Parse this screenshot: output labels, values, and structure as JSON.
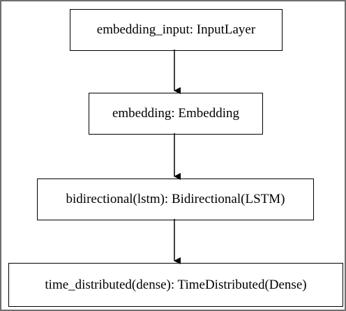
{
  "nodes": [
    {
      "id": "embedding_input",
      "label": "embedding_input: InputLayer"
    },
    {
      "id": "embedding",
      "label": "embedding: Embedding"
    },
    {
      "id": "bidirectional",
      "label": "bidirectional(lstm): Bidirectional(LSTM)"
    },
    {
      "id": "time_distributed",
      "label": "time_distributed(dense): TimeDistributed(Dense)"
    }
  ],
  "edges": [
    {
      "from": "embedding_input",
      "to": "embedding"
    },
    {
      "from": "embedding",
      "to": "bidirectional"
    },
    {
      "from": "bidirectional",
      "to": "time_distributed"
    }
  ]
}
